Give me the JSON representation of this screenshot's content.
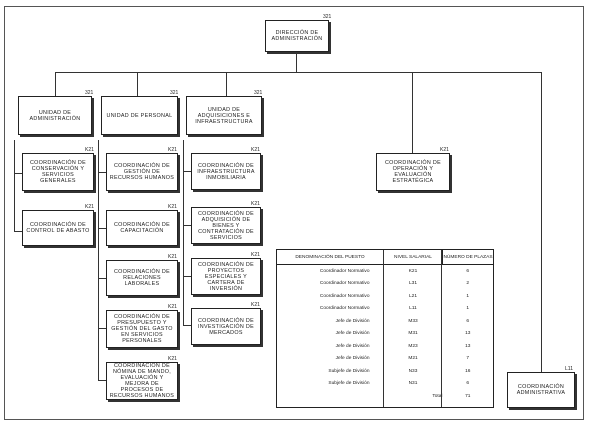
{
  "root": {
    "label": "DIRECCIÓN DE ADMINISTRACIÓN",
    "code": "321"
  },
  "units": [
    {
      "label": "UNIDAD DE ADMINISTRACIÓN",
      "code": "321"
    },
    {
      "label": "UNIDAD DE PERSONAL",
      "code": "321"
    },
    {
      "label": "UNIDAD DE ADQUISICIONES E INFRAESTRUCTURA",
      "code": "321"
    }
  ],
  "admin_children": [
    {
      "label": "COORDINACIÓN DE CONSERVACIÓN Y SERVICIOS GENERALES",
      "code": "K21"
    },
    {
      "label": "COORDINACIÓN DE CONTROL DE ABASTO",
      "code": "K21"
    }
  ],
  "personal_children": [
    {
      "label": "COORDINACIÓN DE GESTIÓN DE RECURSOS HUMANOS",
      "code": "K21"
    },
    {
      "label": "COORDINACIÓN DE CAPACITACIÓN",
      "code": "K21"
    },
    {
      "label": "COORDINACIÓN DE RELACIONES LABORALES",
      "code": "K21"
    },
    {
      "label": "COORDINACIÓN DE PRESUPUESTO Y GESTIÓN DEL GASTO EN SERVICIOS PERSONALES",
      "code": "K21"
    },
    {
      "label": "COORDINACIÓN DE NÓMINA DE MANDO, EVALUACIÓN Y MEJORA DE PROCESOS DE RECURSOS HUMANOS",
      "code": "K21"
    }
  ],
  "adq_children": [
    {
      "label": "COORDINACIÓN DE INFRAESTRUCTURA INMOBILIARIA",
      "code": "K21"
    },
    {
      "label": "COORDINACIÓN DE ADQUISICIÓN DE BIENES Y CONTRATACIÓN DE SERVICIOS",
      "code": "K21"
    },
    {
      "label": "COORDINACIÓN DE PROYECTOS ESPECIALES Y CARTERA DE INVERSIÓN",
      "code": "K21"
    },
    {
      "label": "COORDINACIÓN DE INVESTIGACIÓN DE MERCADOS",
      "code": "K21"
    }
  ],
  "op_eval": {
    "label": "COORDINACIÓN DE OPERACIÓN Y EVALUACIÓN ESTRATÉGICA",
    "code": "K21"
  },
  "coord_admin": {
    "label": "COORDINACIÓN ADMINISTRATIVA",
    "code": "L11"
  },
  "table": {
    "headers": [
      "DENOMINACIÓN DEL PUESTO",
      "NIVEL SALARIAL",
      "NÚMERO DE PLAZAS"
    ],
    "rows": [
      [
        "Coordinador Normativo",
        "K21",
        "6"
      ],
      [
        "Coordinador Normativo",
        "L31",
        "2"
      ],
      [
        "Coordinador Normativo",
        "L21",
        "1"
      ],
      [
        "Coordinador Normativo",
        "L11",
        "1"
      ],
      [
        "Jefe de División",
        "M33",
        "6"
      ],
      [
        "Jefe de División",
        "M31",
        "13"
      ],
      [
        "Jefe de División",
        "M23",
        "13"
      ],
      [
        "Jefe de División",
        "M21",
        "7"
      ],
      [
        "Subjefe de División",
        "N33",
        "16"
      ],
      [
        "Subjefe de División",
        "N31",
        "6"
      ]
    ],
    "total_label": "Total",
    "total_value": "71"
  }
}
